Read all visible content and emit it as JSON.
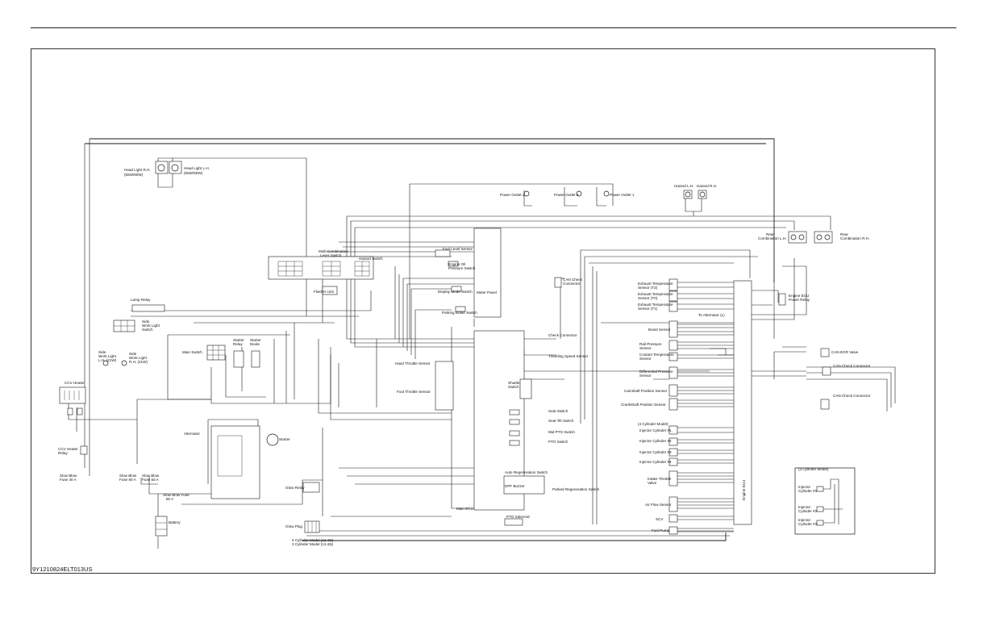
{
  "document_code": "9Y1210824ELT013US",
  "labels": {
    "head_light_rh": "Head Light R.H.",
    "head_light_rh_watt": "(55W/60W)",
    "head_light_lh": "Head Light L.H.",
    "head_light_lh_watt": "(55W/60W)",
    "power_outlet_2": "Power Outlet 2",
    "power_outlet_3": "Power Outlet 3",
    "power_outlet_1": "Power Outlet 1",
    "hazard_lh": "Hazard L.H.",
    "hazard_rh": "Hazard R.H.",
    "rear_combination_lh_1": "Rear",
    "rear_combination_lh_2": "Combination L.H.",
    "rear_combination_rh_1": "Rear",
    "rear_combination_rh_2": "Combination R.H.",
    "fuel_level_sensor": "Fuel Level Sensor",
    "engine_oil_pressure_switch_1": "Engine Oil",
    "engine_oil_pressure_switch_2": "Pressure Switch",
    "display_mode_switch": "Display Mode Switch",
    "meter_panel": "Meter Panel",
    "parking_brake_switch": "Parking Brake Switch",
    "multi_combination_lever_switch_1": "Multi Combination",
    "multi_combination_lever_switch_2": "Lever Switch",
    "hazard_switch": "Hazard Switch",
    "flasher_unit": "Flasher Unit",
    "can_check_connector_1": "CAN Check",
    "can_check_connector_2": "Connector",
    "lamp_relay": "Lamp Relay",
    "side_work_light_switch_1": "Side",
    "side_work_light_switch_2": "Work Light",
    "side_work_light_switch_3": "Switch",
    "side_work_light_lh_1": "Side",
    "side_work_light_lh_2": "Work Light",
    "side_work_light_lh_3": "L.H. (21W)",
    "side_work_light_rh_1": "Side",
    "side_work_light_rh_2": "Work Light",
    "side_work_light_rh_3": "R.H. (21W)",
    "main_switch": "Main Switch",
    "starter_relay_1": "Starter",
    "starter_relay_2": "Relay",
    "starter_diode_1": "Starter",
    "starter_diode_2": "Diode",
    "check_connector": "Check Connector",
    "traveling_speed_sensor": "Traveling Speed Sensor",
    "hand_throttle_sensor": "Hand Throttle Sensor",
    "foot_throttle_sensor": "Foot Throttle Sensor",
    "shuttle_switch_1": "Shuttle",
    "shuttle_switch_2": "Switch",
    "seat_switch": "Seat Switch",
    "seat_tilt_switch": "Seat Tilt Switch",
    "mid_pto_switch": "Mid PTO Switch",
    "pto_switch": "PTO Switch",
    "auto_regeneration_switch": "Auto Regeneration Switch",
    "dpf_buzzer": "DPF Buzzer",
    "parked_regeneration_switch": "Parked Regeneration Switch",
    "main_ecu": "Main ECU",
    "pto_solenoid": "PTO Solenoid",
    "ccv_heater": "CCV Heater",
    "ccv_heater_relay_1": "CCV Heater",
    "ccv_heater_relay_2": "Relay",
    "alternator": "Alternator",
    "starter": "Starter",
    "slow_blow_fuse_40_1": "Slow Blow",
    "slow_blow_fuse_40_2": "Fuse 40 A",
    "slow_blow_fuse_60_1": "Slow Blow",
    "slow_blow_fuse_60_2": "Fuse 60 A",
    "slow_blow_fuse_50_1": "Slow Blow",
    "slow_blow_fuse_50_2": "Fuse 50 A",
    "slow_blow_fuse_80_1": "Slow Blow Fuse",
    "slow_blow_fuse_80_2": "80 A",
    "battery": "Battery",
    "glow_relay": "Glow Relay",
    "glow_plug": "Glow Plug",
    "glow_plug_note_1": "4 Cylinder Model (12.4Ω)",
    "glow_plug_note_2": "3 Cylinder Model (13.4Ω)",
    "exhaust_temp_t2_1": "Exhaust Temperature",
    "exhaust_temp_t2_2": "Sensor (T2)",
    "exhaust_temp_t0_1": "Exhaust Temperature",
    "exhaust_temp_t0_2": "Sensor (T0)",
    "exhaust_temp_t1_1": "Exhaust Temperature",
    "exhaust_temp_t1_2": "Sensor (T1)",
    "to_alternator": "To Alternator (L)",
    "boost_sensor": "Boost Sensor",
    "rail_pressure_sensor_1": "Rail Pressure",
    "rail_pressure_sensor_2": "Sensor",
    "coolant_temp_sensor_1": "Coolant Temperature",
    "coolant_temp_sensor_2": "Sensor",
    "diff_pressure_sensor_1": "Differential Pressure",
    "diff_pressure_sensor_2": "Sensor",
    "camshaft_position_sensor": "Camshaft Position Sensor",
    "crankshaft_position_sensor": "Crankshaft Position Sensor",
    "four_cylinder_model": "(4 Cylinder Model)",
    "injector_1": "Injector Cylinder #1",
    "injector_2": "Injector Cylinder #2",
    "injector_3": "Injector Cylinder #3",
    "injector_4": "Injector Cylinder #4",
    "intake_throttle_valve_1": "Intake Throttle",
    "intake_throttle_valve_2": "Valve",
    "air_flow_sensor": "Air Flow Sensor",
    "scv": "SCV",
    "fuel_pump": "Fuel Pump",
    "engine_ecu": "Engine ECU",
    "engine_ecu_power_relay_1": "Engine ECU",
    "engine_ecu_power_relay_2": "Power Relay",
    "can_egr_valve": "CAN EGR Valve",
    "can_check_connector_a": "CAN Check Connector",
    "can_check_connector_b": "CAN Check Connector",
    "three_cylinder_model": "(3 Cylinder Model)",
    "inset_injector_1_1": "Injector",
    "inset_injector_1_2": "Cylinder #1",
    "inset_injector_2_1": "Injector",
    "inset_injector_2_2": "Cylinder #2",
    "inset_injector_3_1": "Injector",
    "inset_injector_3_2": "Cylinder #3"
  }
}
